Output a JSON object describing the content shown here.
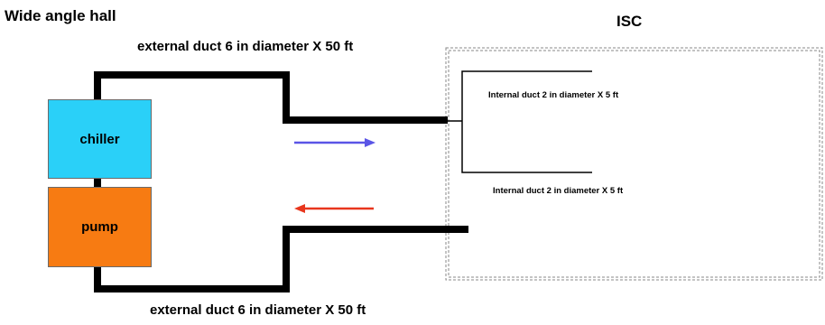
{
  "diagram": {
    "title": "Wide angle hall",
    "isc_label": "ISC",
    "top_duct_label": "external duct 6 in diameter X 50 ft",
    "bottom_duct_label": "external duct 6 in diameter X 50 ft",
    "internal_duct_top_label": "Internal duct 2 in diameter X 5 ft",
    "internal_duct_bottom_label": "Internal duct 2 in diameter X 5 ft",
    "chiller_label": "chiller",
    "pump_label": "pump",
    "colors": {
      "chiller": "#2ad0f8",
      "pump": "#f77b12",
      "flow_out_arrow": "#5a55e6",
      "flow_return_arrow": "#e8361d",
      "duct": "#000000"
    }
  }
}
